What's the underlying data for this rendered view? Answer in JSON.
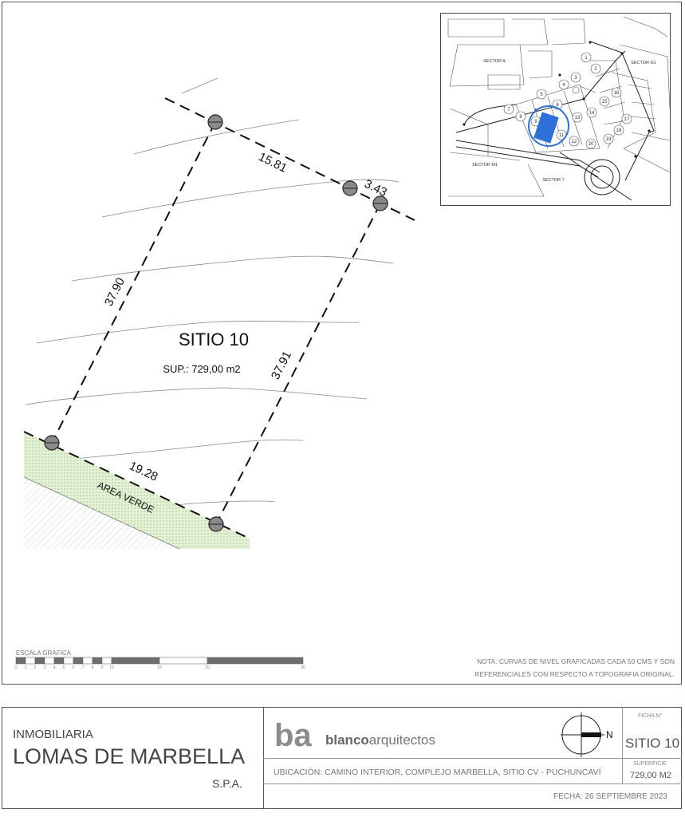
{
  "plan": {
    "lot_title": "SITIO 10",
    "area_text": "SUP.: 729,00 m2",
    "dimensions": {
      "top": "15.81",
      "top_small": "3.43",
      "left": "37.90",
      "right": "37.91",
      "bottom": "19.28"
    },
    "green_area_label": "AREA VERDE",
    "scale_label": "ESCALA GRÁFICA",
    "scale_ticks": [
      "0",
      "1",
      "2",
      "3",
      "4",
      "5",
      "6",
      "7",
      "8",
      "9",
      "10",
      "15",
      "20",
      "30"
    ],
    "note_line1": "NOTA: CURVAS DE NIVEL GRAFICADAS CADA 50 CMS Y SON",
    "note_line2": "REFERENCIALES CON RESPECTO A TOPOGRAFIA ORIGINAL."
  },
  "location_map": {
    "sectors": {
      "a": "SECTOR A",
      "g1": "SECTOR G1",
      "m1": "SECTOR M1",
      "seven": "SECTOR 7"
    },
    "lot_numbers": [
      "1",
      "2",
      "3",
      "4",
      "5",
      "6",
      "7",
      "8",
      "9",
      "11",
      "12",
      "13",
      "14",
      "15",
      "16",
      "17",
      "18",
      "19",
      "20"
    ],
    "highlight_color": "#2f6fd8"
  },
  "title_block": {
    "company_line1": "INMOBILIARIA",
    "company_line2": "LOMAS DE MARBELLA",
    "company_line3": "S.P.A.",
    "logo_mark": "ba",
    "logo_text_bold": "blanco",
    "logo_text_light": "arquitectos",
    "north_label": "N",
    "location": "UBICACIÓN: CAMINO INTERIOR, COMPLEJO MARBELLA, SITIO CV - PUCHUNCAVÍ",
    "date": "FECHA: 26 SEPTIEMBRE 2023",
    "sheet_label": "FICHA N°",
    "sheet_value": "SITIO 10",
    "surface_label": "SUPERFICIE",
    "surface_value": "729,00 M2"
  }
}
